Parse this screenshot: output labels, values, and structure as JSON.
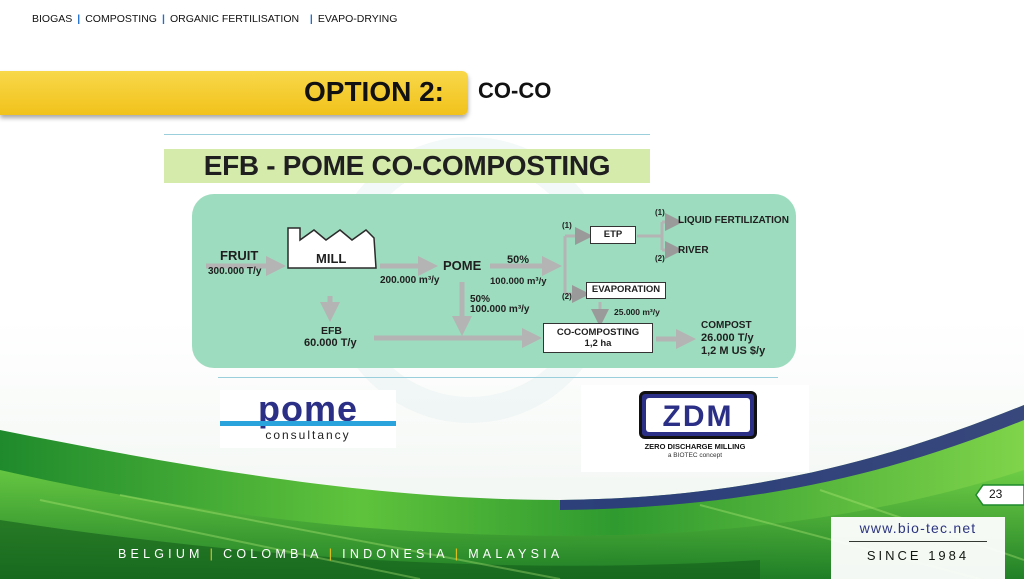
{
  "nav": {
    "items": [
      "BIOGAS",
      "COMPOSTING",
      "ORGANIC FERTILISATION",
      "EVAPO-DRYING"
    ],
    "separator": "|"
  },
  "header": {
    "option_label": "OPTION 2:",
    "subtitle": "CO-CO"
  },
  "diagram": {
    "title": "EFB - POME CO-COMPOSTING",
    "fruit": {
      "label": "FRUIT",
      "amount": "300.000 T/y"
    },
    "mill": {
      "label": "MILL",
      "output": "200.000 m³/y"
    },
    "pome": {
      "label": "POME"
    },
    "split_upper": {
      "pct": "50%",
      "amount": "100.000 m³/y"
    },
    "split_lower": {
      "pct": "50%",
      "amount": "100.000 m³/y"
    },
    "etp": {
      "label": "ETP",
      "tag_in": "(1)",
      "tag_liquid": "(1)",
      "tag_river": "(2)"
    },
    "liquid_fert": "LIQUID FERTILIZATION",
    "river": "RIVER",
    "evaporation": {
      "label": "EVAPORATION",
      "tag_in": "(2)",
      "output": "25.000 m³/y"
    },
    "efb": {
      "label": "EFB",
      "amount": "60.000 T/y"
    },
    "cocomposting": {
      "label": "CO-COMPOSTING",
      "area": "1,2 ha"
    },
    "compost": {
      "label": "COMPOST",
      "amount": "26.000 T/y",
      "value": "1,2 M US $/y"
    }
  },
  "logos": {
    "pome_word": "pome",
    "pome_sub": "consultancy",
    "zdm_word": "ZDM",
    "zdm_sub": "ZERO DISCHARGE MILLING",
    "zdm_sub2": "a BIOTEC concept"
  },
  "footer": {
    "countries": [
      "BELGIUM",
      "COLOMBIA",
      "INDONESIA",
      "MALAYSIA"
    ],
    "page_number": "23",
    "website": "www.bio-tec.net",
    "since": "SINCE 1984"
  },
  "colors": {
    "accent_yellow": "#f1c21b",
    "panel_green": "#9ddcbe",
    "title_green": "#d4ebac",
    "brand_navy": "#2b2f86",
    "arrow_gray": "#b4b4b4"
  }
}
